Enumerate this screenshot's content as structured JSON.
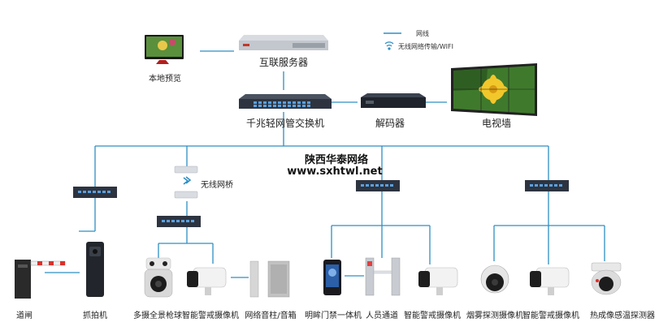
{
  "legend": {
    "wired_label": "网线",
    "wireless_label": "无线网络传输/WIFI"
  },
  "watermark": {
    "line1": "陕西华泰网络",
    "line2": "www.sxhtwl.net"
  },
  "nodes": {
    "local_preview": "本地预览",
    "internet_server": "互联服务器",
    "gigabit_switch": "千兆轻网管交换机",
    "decoder": "解码器",
    "video_wall": "电视墙",
    "wireless_bridge": "无线网桥"
  },
  "endpoints": {
    "barrier_gate": "道闸",
    "capture_camera": "抓拍机",
    "multi_panorama_ball": "多摄全景枪球",
    "smart_alert_camera_1": "智能警戒摄像机",
    "speaker_column": "网络音柱/音箱",
    "face_access": "明眸门禁一体机",
    "pedestrian_gate": "人员通道",
    "smart_alert_camera_2": "智能警戒摄像机",
    "smoke_camera": "烟雾探测摄像机",
    "smart_alert_camera_3": "智能警戒摄像机",
    "thermal_camera": "热成像感温探测器"
  },
  "colors": {
    "link": "#2e8fc4",
    "device_dark": "#2d3440",
    "port": "#5aa0e0"
  }
}
